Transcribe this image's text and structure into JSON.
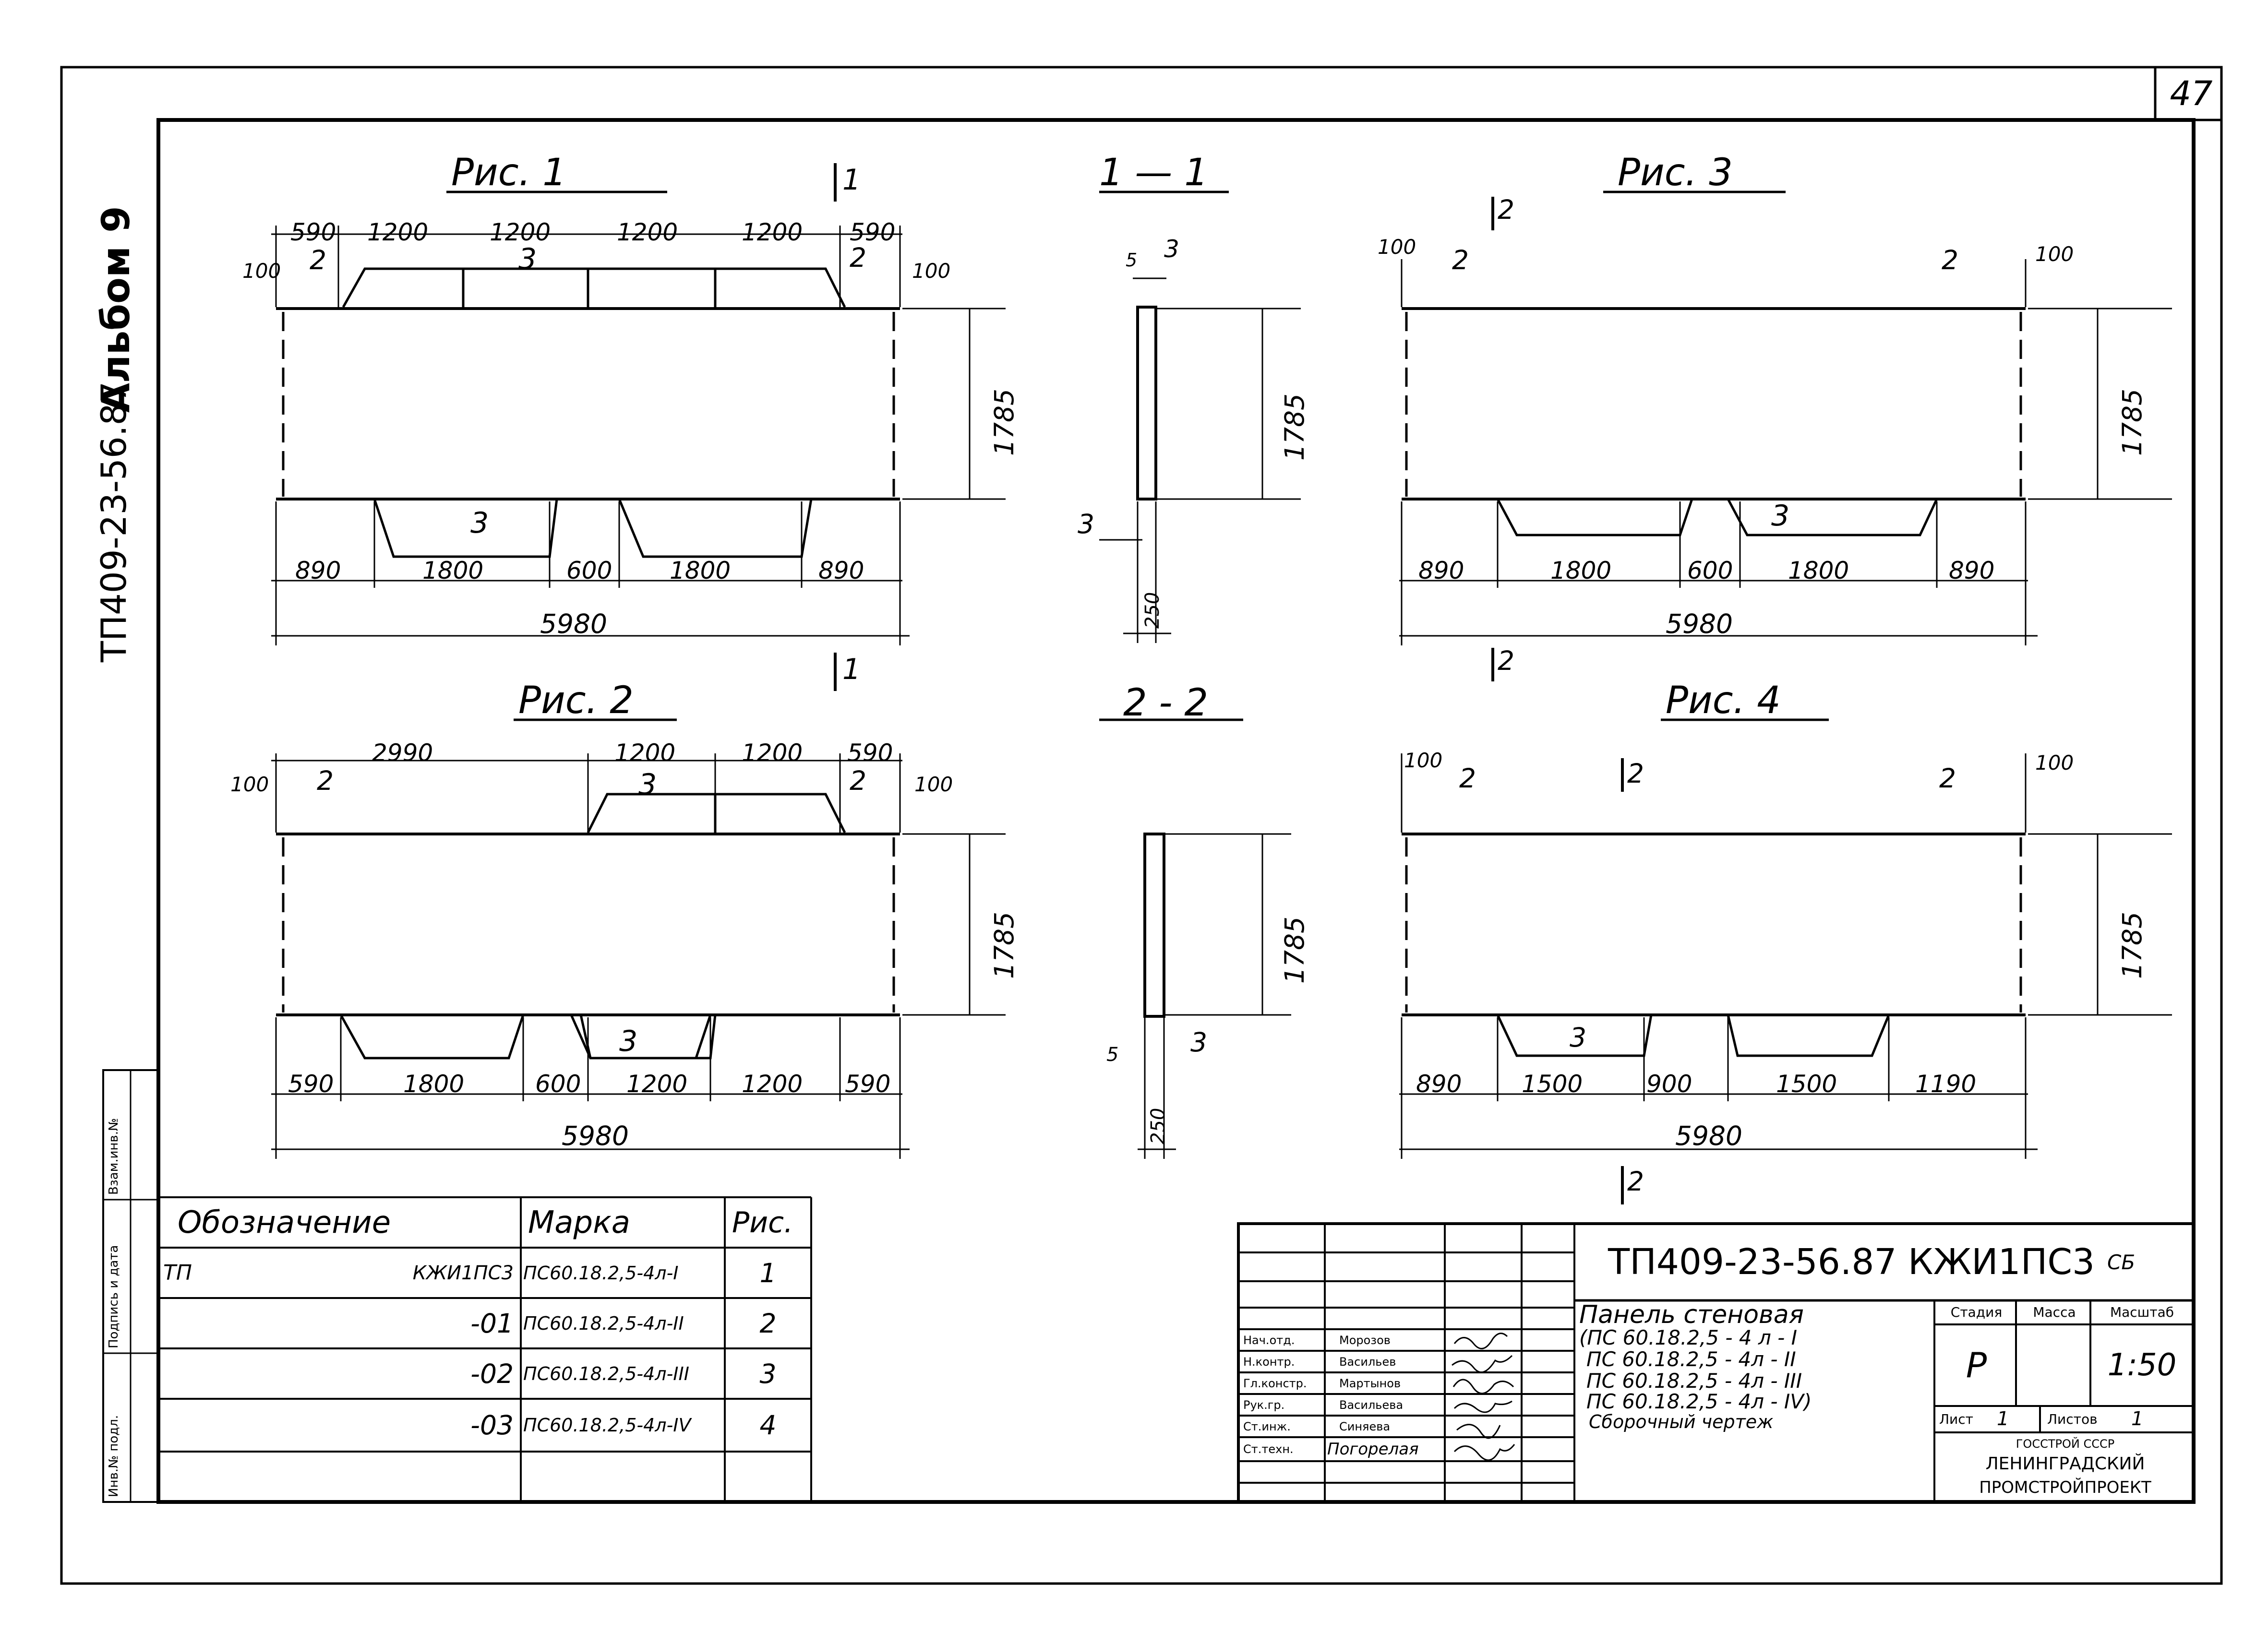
{
  "sheet_number": "47",
  "album_label": "Альбом 9",
  "side_code": "ТП409-23-56.87",
  "side_stamp_labels": [
    "Инв.№ подл.",
    "Подпись и дата",
    "Взам.инв.№"
  ],
  "figures": {
    "fig1": {
      "title": "Рис. 1",
      "top_dims": [
        "590",
        "1200",
        "1200",
        "1200",
        "1200",
        "590"
      ],
      "bottom_dims": [
        "890",
        "1800",
        "600",
        "1800",
        "890"
      ],
      "total": "5980",
      "height": "1785",
      "edge_left": "100",
      "edge_right": "100",
      "labels": {
        "a": "2",
        "b": "3",
        "c": "2",
        "d": "3"
      },
      "section_mark": "1"
    },
    "fig2": {
      "title": "Рис. 2",
      "top_dims": [
        "2990",
        "1200",
        "1200",
        "590"
      ],
      "bottom_dims": [
        "590",
        "1800",
        "600",
        "1200",
        "1200",
        "590"
      ],
      "total": "5980",
      "height": "1785",
      "edge_left": "100",
      "edge_right": "100",
      "labels": {
        "a": "2",
        "b": "3",
        "c": "2",
        "d": "3"
      }
    },
    "fig3": {
      "title": "Рис. 3",
      "bottom_dims": [
        "890",
        "1800",
        "600",
        "1800",
        "890"
      ],
      "total": "5980",
      "height": "1785",
      "edge_left": "100",
      "edge_right": "100",
      "labels": {
        "a": "2",
        "b": "2",
        "c": "3"
      },
      "section_mark": "2"
    },
    "fig4": {
      "title": "Рис. 4",
      "bottom_dims": [
        "890",
        "1500",
        "900",
        "1500",
        "1190"
      ],
      "total": "5980",
      "height": "1785",
      "edge_left": "100",
      "edge_right": "100",
      "labels": {
        "a": "2",
        "b": "2",
        "c": "3"
      },
      "section_mark": "2"
    },
    "sec11": {
      "title": "1 — 1",
      "height": "1785",
      "thick": "250",
      "top": "5",
      "labels": {
        "a": "3",
        "b": "3"
      }
    },
    "sec22": {
      "title": "2 - 2",
      "height": "1785",
      "thick": "250",
      "bottom": "5",
      "labels": {
        "a": "3"
      }
    }
  },
  "spec_table": {
    "headers": [
      "Обозначение",
      "Марка",
      "Рис."
    ],
    "rows": [
      {
        "prefix": "ТП",
        "code": "КЖИ1ПС3",
        "mark": "ПС60.18.2,5-4л-I",
        "fig": "1"
      },
      {
        "prefix": "",
        "code": "-01",
        "mark": "ПС60.18.2,5-4л-II",
        "fig": "2"
      },
      {
        "prefix": "",
        "code": "-02",
        "mark": "ПС60.18.2,5-4л-III",
        "fig": "3"
      },
      {
        "prefix": "",
        "code": "-03",
        "mark": "ПС60.18.2,5-4л-IV",
        "fig": "4"
      }
    ]
  },
  "title_block": {
    "doc_code": "ТП409-23-56.87 КЖИ1ПС3",
    "doc_suffix": "СБ",
    "name_lines": [
      "Панель стеновая",
      "(ПС 60.18.2,5 - 4 л - I",
      "ПС 60.18.2,5 - 4л - II",
      "ПС 60.18.2,5 - 4л - III",
      "ПС 60.18.2,5 - 4л - IV)",
      "Сборочный чертеж"
    ],
    "stage_label": "Стадия",
    "mass_label": "Масса",
    "scale_label": "Масштаб",
    "stage": "Р",
    "scale": "1:50",
    "sheet_label": "Лист",
    "sheet_value": "1",
    "sheets_label": "Листов",
    "sheets_value": "1",
    "org_lines": [
      "ГОССТРОЙ СССР",
      "ЛЕНИНГРАДСКИЙ",
      "ПРОМСТРОЙПРОЕКТ"
    ],
    "people": [
      {
        "role": "Нач.отд.",
        "name": "Морозов"
      },
      {
        "role": "Н.контр.",
        "name": "Васильев"
      },
      {
        "role": "Гл.констр.",
        "name": "Мартынов"
      },
      {
        "role": "Рук.гр.",
        "name": "Васильева"
      },
      {
        "role": "Ст.инж.",
        "name": "Синяева"
      },
      {
        "role": "Ст.техн.",
        "name": "Погорелая"
      }
    ]
  }
}
